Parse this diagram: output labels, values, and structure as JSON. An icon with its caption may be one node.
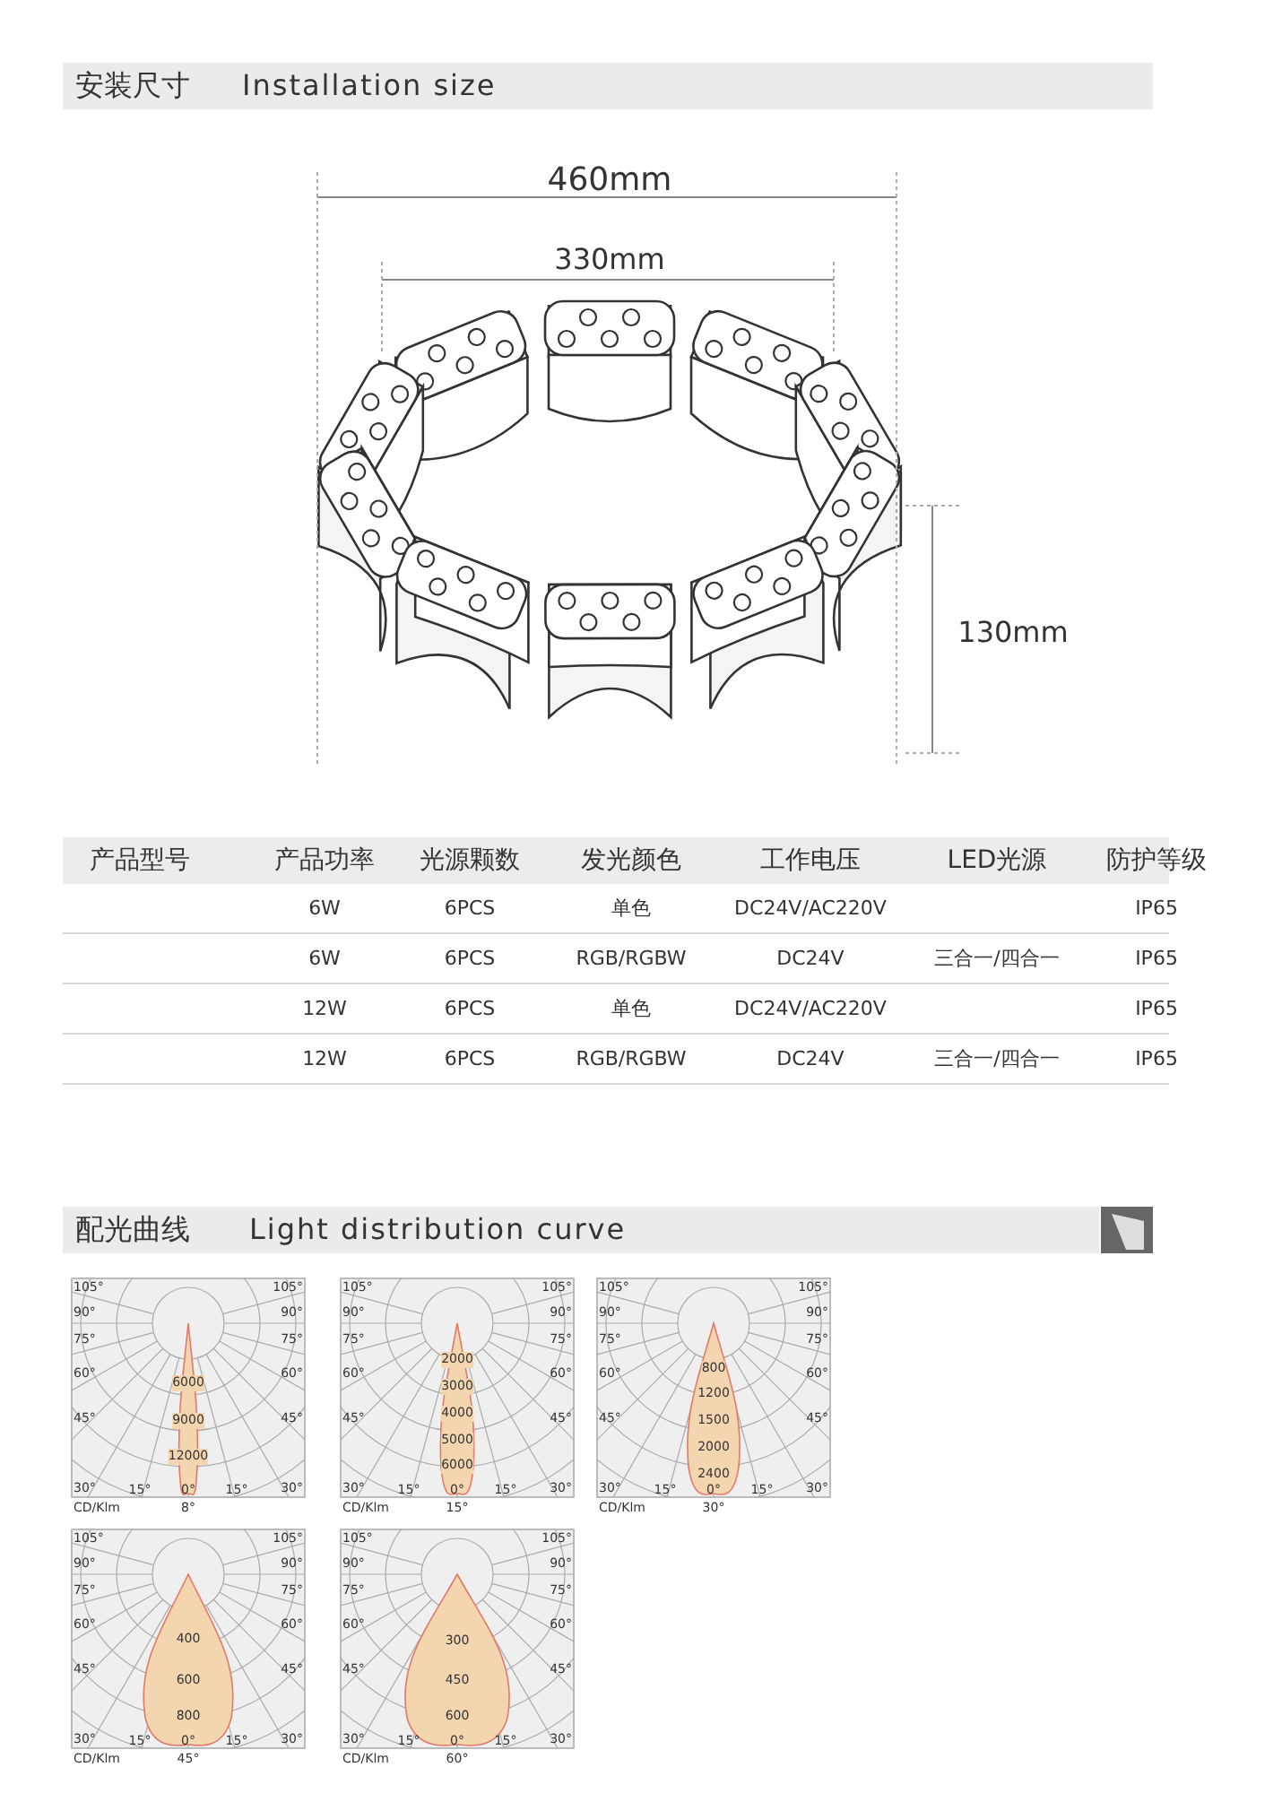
{
  "diagram": {
    "labels": [
      "安装尺寸",
      "Installation size",
      "460mm",
      "330mm",
      "130mm",
      "产品型号",
      "产品功率",
      "光源颗数",
      "发光颜色",
      "工作电压",
      "LED光源",
      "防护等级",
      "6W",
      "6PCS",
      "单色",
      "DC24V/AC220V",
      "IP65",
      "6W",
      "6PCS",
      "RGB/RGBW",
      "DC24V",
      "三合一/四合一",
      "IP65",
      "12W",
      "6PCS",
      "单色",
      "DC24V/AC220V",
      "IP65",
      "12W",
      "6PCS",
      "RGB/RGBW",
      "DC24V",
      "三合一/四合一",
      "IP65",
      "配光曲线",
      "Light distribution curve",
      "105°",
      "105°",
      "90°",
      "90°",
      "75°",
      "75°",
      "60°",
      "60°",
      "45°",
      "45°",
      "6000",
      "9000",
      "12000",
      "30°",
      "15°",
      "0°",
      "15°",
      "30°",
      "CD/Klm",
      "8°",
      "105°",
      "105°",
      "90°",
      "90°",
      "75°",
      "75°",
      "60°",
      "60°",
      "45°",
      "45°",
      "2000",
      "3000",
      "4000",
      "5000",
      "6000",
      "30°",
      "15°",
      "0°",
      "15°",
      "30°",
      "CD/Klm",
      "15°",
      "105°",
      "105°",
      "90°",
      "90°",
      "75°",
      "75°",
      "60°",
      "60°",
      "45°",
      "45°",
      "800",
      "1200",
      "1500",
      "2000",
      "2400",
      "30°",
      "15°",
      "0°",
      "15°",
      "30°",
      "CD/Klm",
      "30°",
      "105°",
      "105°",
      "90°",
      "90°",
      "75°",
      "75°",
      "60°",
      "60°",
      "45°",
      "45°",
      "400",
      "600",
      "800",
      "30°",
      "15°",
      "0°",
      "15°",
      "30°",
      "CD/Klm",
      "45°",
      "105°",
      "105°",
      "90°",
      "90°",
      "75°",
      "75°",
      "60°",
      "60°",
      "45°",
      "45°",
      "300",
      "450",
      "600",
      "30°",
      "15°",
      "0°",
      "15°",
      "30°",
      "CD/Klm",
      "60°"
    ]
  }
}
